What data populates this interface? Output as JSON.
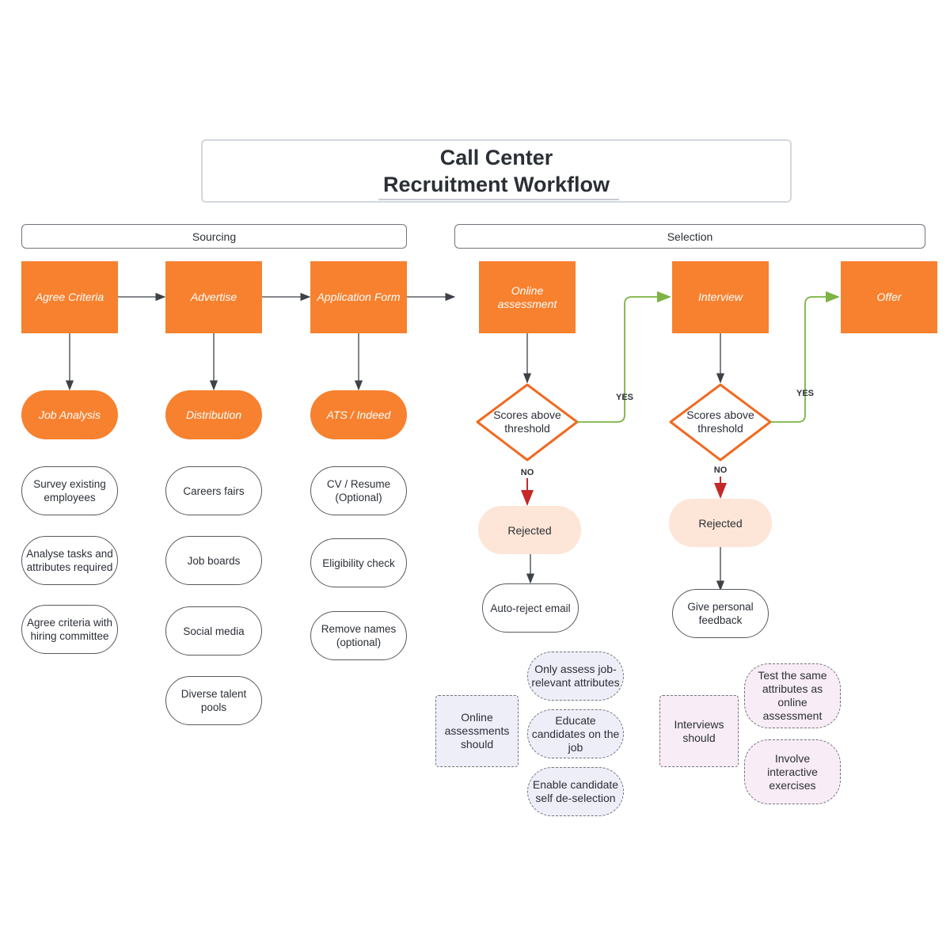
{
  "title": {
    "line1": "Call Center",
    "line2": "Recruitment Workflow"
  },
  "sections": {
    "sourcing": "Sourcing",
    "selection": "Selection"
  },
  "stages": {
    "agree_criteria": "Agree Criteria",
    "advertise": "Advertise",
    "application_form": "Application Form",
    "online_assessment": "Online assessment",
    "interview": "Interview",
    "offer": "Offer"
  },
  "sub_stages": {
    "job_analysis": "Job Analysis",
    "distribution": "Distribution",
    "ats_indeed": "ATS / Indeed"
  },
  "job_analysis_items": [
    "Survey existing employees",
    "Analyse tasks and attributes required",
    "Agree criteria with hiring committee"
  ],
  "distribution_items": [
    "Careers fairs",
    "Job boards",
    "Social media",
    "Diverse talent pools"
  ],
  "ats_items": [
    "CV / Resume (Optional)",
    "Eligibility check",
    "Remove names (optional)"
  ],
  "decisions": {
    "assessment": {
      "label": "Scores above threshold",
      "yes": "YES",
      "no": "NO"
    },
    "interview": {
      "label": "Scores above threshold",
      "yes": "YES",
      "no": "NO"
    }
  },
  "outcomes": {
    "assessment_rejected": "Rejected",
    "assessment_action": "Auto-reject email",
    "interview_rejected": "Rejected",
    "interview_action": "Give personal feedback"
  },
  "assessment_notes": {
    "heading": "Online assessments should",
    "points": [
      "Only assess job-relevant attributes",
      "Educate candidates on the job",
      "Enable candidate self de-selection"
    ]
  },
  "interview_notes": {
    "heading": "Interviews should",
    "points": [
      "Test the same attributes as online assessment",
      "Involve interactive exercises"
    ]
  },
  "colors": {
    "stage": "#f7812f",
    "rejected": "#fde6d7",
    "yes_arrow": "#7cb342",
    "no_arrow": "#c62828",
    "decision_border": "#f06a22"
  }
}
